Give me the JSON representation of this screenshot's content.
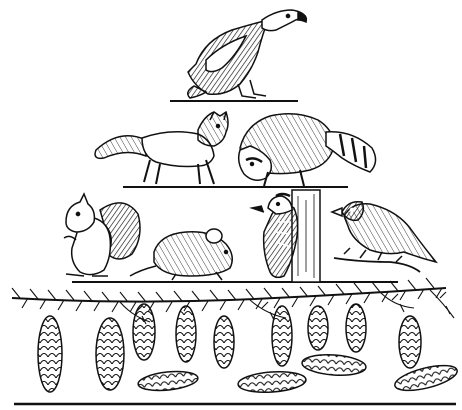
{
  "figure": {
    "kind": "food-pyramid-illustration",
    "style": "black-and-white engraving",
    "ink_color": "#111111",
    "paper_color": "#ffffff",
    "tiers": [
      {
        "level": "apex",
        "animals": [
          "eagle"
        ]
      },
      {
        "level": "upper",
        "animals": [
          "fox",
          "raccoon"
        ]
      },
      {
        "level": "middle",
        "animals": [
          "squirrel",
          "mouse",
          "woodpecker",
          "grosbeak"
        ]
      },
      {
        "level": "base",
        "animals": [
          "spruce-branch",
          "pine-cones"
        ]
      }
    ]
  }
}
